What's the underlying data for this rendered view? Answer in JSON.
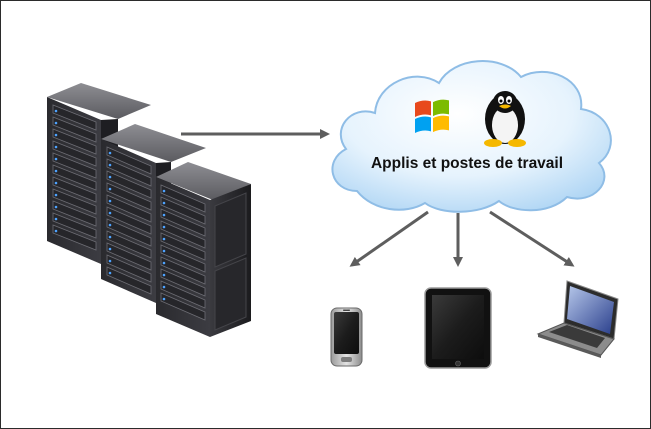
{
  "cloud": {
    "label": "Applis et postes de travail",
    "os_icons": [
      "windows-logo",
      "linux-tux"
    ]
  },
  "nodes": {
    "servers": {
      "icon": "server-rack-icon",
      "count": 3
    },
    "devices": [
      {
        "icon": "smartphone-icon"
      },
      {
        "icon": "tablet-icon"
      },
      {
        "icon": "laptop-icon"
      }
    ]
  },
  "colors": {
    "arrow": "#5e5e5e",
    "cloud_fill": "#d9ecfb",
    "cloud_edge": "#8fbde6",
    "rack_body": "#2f2f33",
    "windows_red": "#e8491d",
    "windows_green": "#7cbb00",
    "windows_blue": "#00a1f1",
    "windows_yellow": "#ffbb00"
  }
}
